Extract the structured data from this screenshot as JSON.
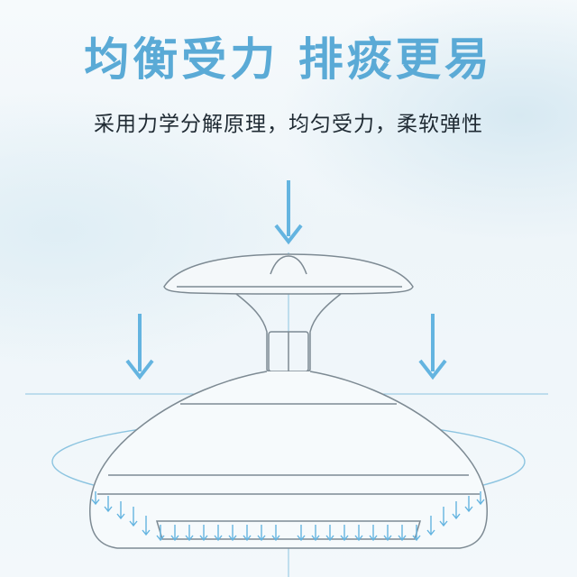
{
  "header": {
    "title": "均衡受力 排痰更易",
    "subtitle": "采用力学分解原理，均匀受力，柔软弹性"
  },
  "colors": {
    "accent": "#5aaad6",
    "arrow": "#64b4e0",
    "outline": "#7d8a93",
    "text": "#1f2a33"
  },
  "diagram": {
    "top_arrow_icon": "arrow-down-icon",
    "side_arrow_icon": "arrow-down-icon",
    "bottom_arrow_count": 28
  }
}
